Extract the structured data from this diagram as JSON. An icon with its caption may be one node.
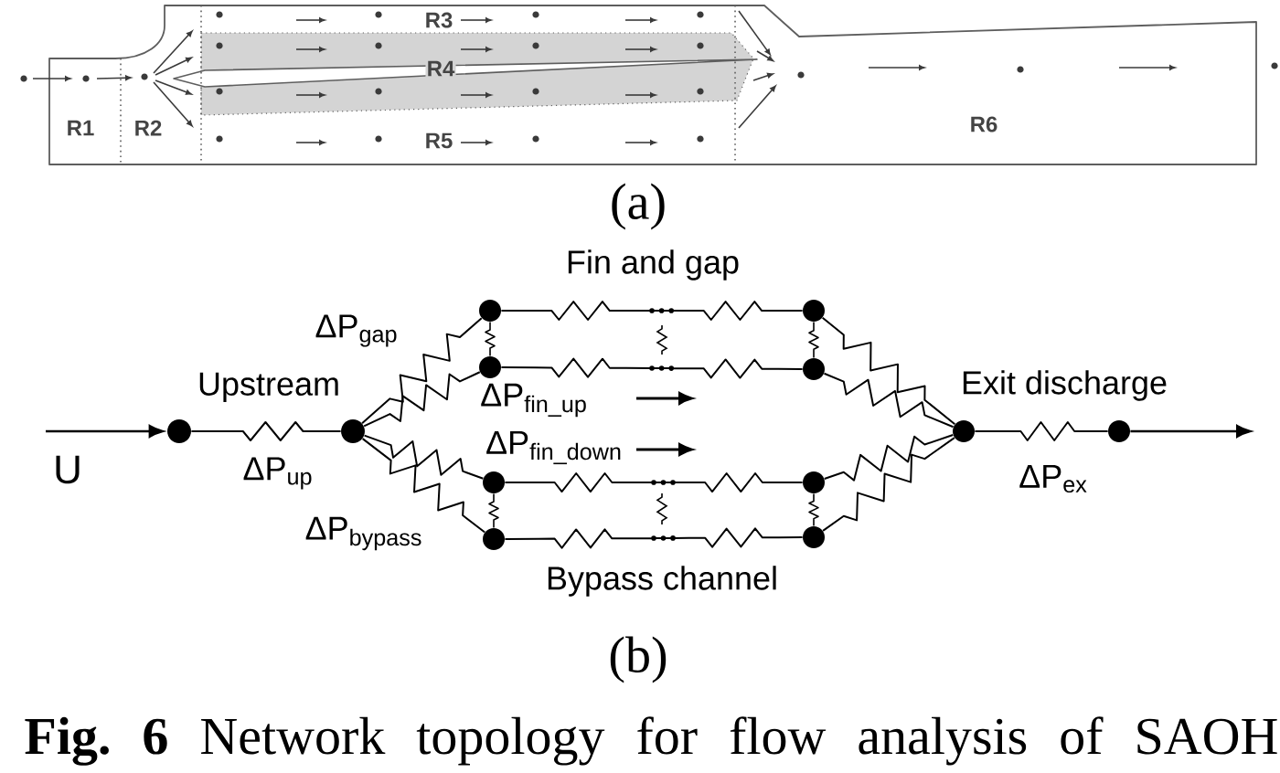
{
  "diagram": {
    "caption": "**Fig. 6** Network topology for flow analysis of SAOH",
    "nodes": [
      {
        "text": [],
        "shape": "circle"
      },
      {
        "text": [],
        "shape": "circle"
      },
      {
        "text": [],
        "shape": "circle"
      },
      {
        "text": [],
        "shape": "circle"
      },
      {
        "text": [],
        "shape": "circle"
      },
      {
        "text": [],
        "shape": "circle"
      },
      {
        "text": [],
        "shape": "circle"
      },
      {
        "text": [],
        "shape": "circle"
      },
      {
        "text": [],
        "shape": "circle"
      },
      {
        "text": [],
        "shape": "circle"
      },
      {
        "text": [],
        "shape": "circle"
      },
      {
        "text": [],
        "shape": "circle"
      }
    ],
    "edges": [
      {
        "from": null,
        "to": 0,
        "arrow": "to",
        "label": "U"
      },
      {
        "from": 0,
        "to": 1,
        "arrow": "none",
        "label": "ΔP$_{up}$"
      },
      {
        "from": 1,
        "to": 2,
        "arrow": "none",
        "label": "ΔP$_{gap}$"
      },
      {
        "from": 1,
        "to": 3,
        "arrow": "none",
        "label": "ΔP$_{fin_up}$"
      },
      {
        "from": 1,
        "to": 4,
        "arrow": "none",
        "label": "ΔP$_{fin_down}$"
      },
      {
        "from": 1,
        "to": 5,
        "arrow": "none",
        "label": "ΔP$_{bypass}$"
      },
      {
        "from": 2,
        "to": 3,
        "arrow": "none"
      },
      {
        "from": 4,
        "to": 5,
        "arrow": "none"
      },
      {
        "from": 2,
        "to": 6,
        "arrow": "none"
      },
      {
        "from": 3,
        "to": 7,
        "arrow": "none"
      },
      {
        "from": 4,
        "to": 8,
        "arrow": "none"
      },
      {
        "from": 5,
        "to": 9,
        "arrow": "none"
      },
      {
        "from": 6,
        "to": 7,
        "arrow": "none"
      },
      {
        "from": 8,
        "to": 9,
        "arrow": "none"
      },
      {
        "from": 6,
        "to": 10,
        "arrow": "none"
      },
      {
        "from": 7,
        "to": 10,
        "arrow": "none"
      },
      {
        "from": 8,
        "to": 10,
        "arrow": "none"
      },
      {
        "from": 9,
        "to": 10,
        "arrow": "none"
      },
      {
        "from": 10,
        "to": 11,
        "arrow": "none",
        "label": "ΔP$_{ex}$"
      },
      {
        "from": 11,
        "to": null,
        "arrow": "to"
      }
    ],
    "labels": [
      "R1",
      "R2",
      "R3",
      "R4",
      "R5",
      "R6",
      "(a)",
      "Fin and gap",
      "Upstream",
      "Exit discharge",
      "Bypass channel",
      "(b)"
    ]
  }
}
